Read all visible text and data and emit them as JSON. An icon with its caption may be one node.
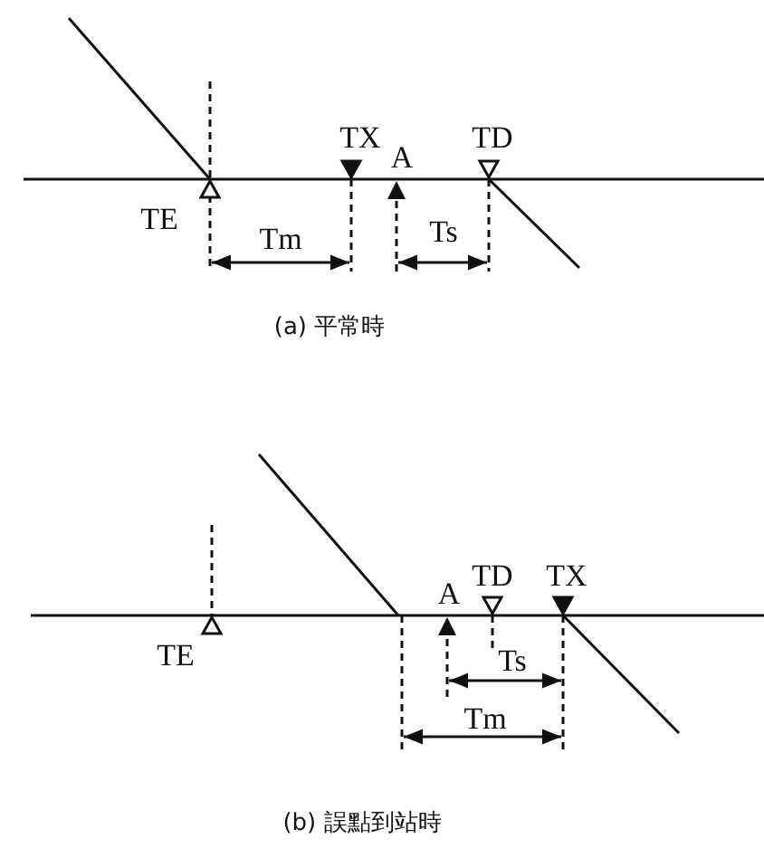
{
  "diagram": {
    "labels": [
      "TX",
      "A",
      "TD",
      "TE",
      "Tm",
      "Ts",
      "(a) 平常時",
      "A",
      "TD",
      "TX",
      "TE",
      "Ts",
      "Tm",
      "(b) 誤點到站時"
    ]
  }
}
